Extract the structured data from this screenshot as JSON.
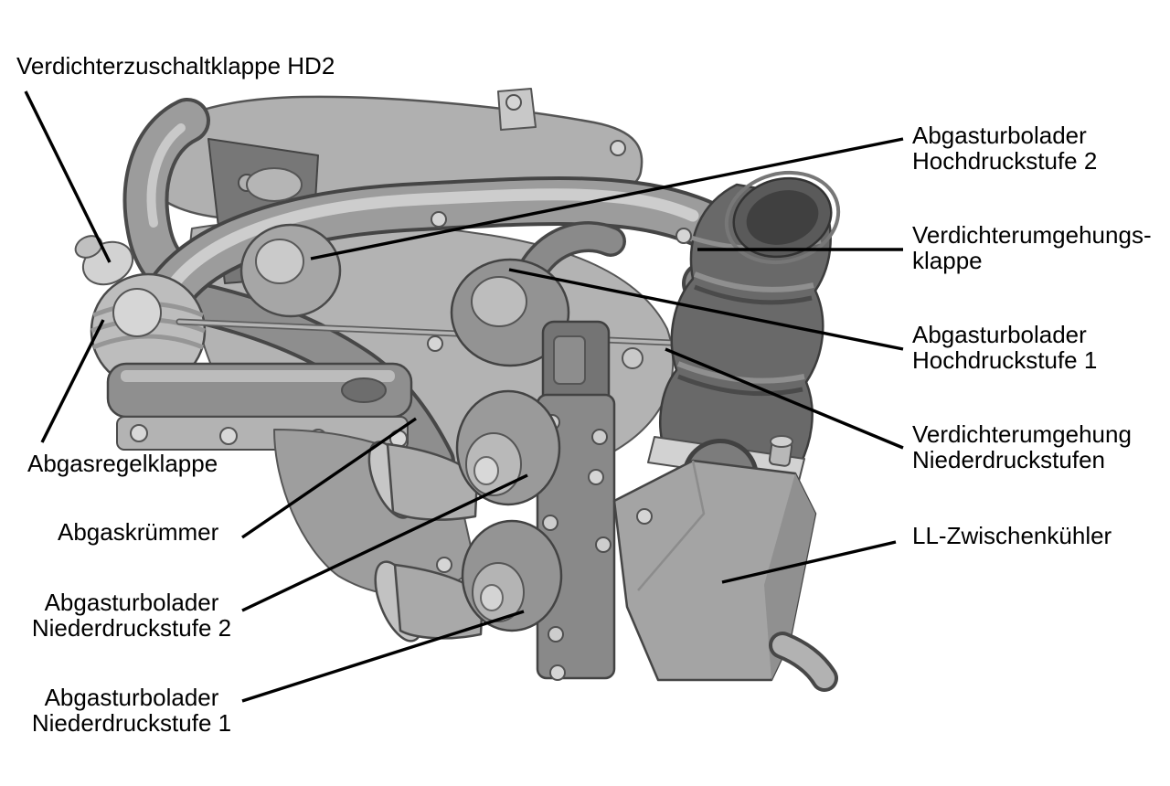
{
  "colors": {
    "background": "#ffffff",
    "text": "#000000",
    "leader_line": "#000000",
    "engine_light": "#d6d6d6",
    "engine_mid": "#9c9c9c",
    "engine_dark": "#6a6a6a",
    "hose": "#696969"
  },
  "labels": {
    "verdichterzuschaltklappe_hd2": {
      "lines": [
        "Verdichterzuschaltklappe HD2"
      ]
    },
    "atl_hochdruckstufe_2": {
      "lines": [
        "Abgasturbolader",
        "Hochdruckstufe 2"
      ]
    },
    "verdichterumgehungsklappe": {
      "lines": [
        "Verdichterumgehungs-",
        "klappe"
      ]
    },
    "atl_hochdruckstufe_1": {
      "lines": [
        "Abgasturbolader",
        "Hochdruckstufe 1"
      ]
    },
    "verdichterumgehung_niederdruckstufen": {
      "lines": [
        "Verdichterumgehung",
        "Niederdruckstufen"
      ]
    },
    "ll_zwischenkuehler": {
      "lines": [
        "LL-Zwischenkühler"
      ]
    },
    "abgasregelklappe": {
      "lines": [
        "Abgasregelklappe"
      ]
    },
    "abgaskruemmer": {
      "lines": [
        "Abgaskrümmer"
      ]
    },
    "atl_niederdruckstufe_2": {
      "lines": [
        "Abgasturbolader",
        "Niederdruckstufe 2"
      ]
    },
    "atl_niederdruckstufe_1": {
      "lines": [
        "Abgasturbolader",
        "Niederdruckstufe 1"
      ]
    }
  }
}
